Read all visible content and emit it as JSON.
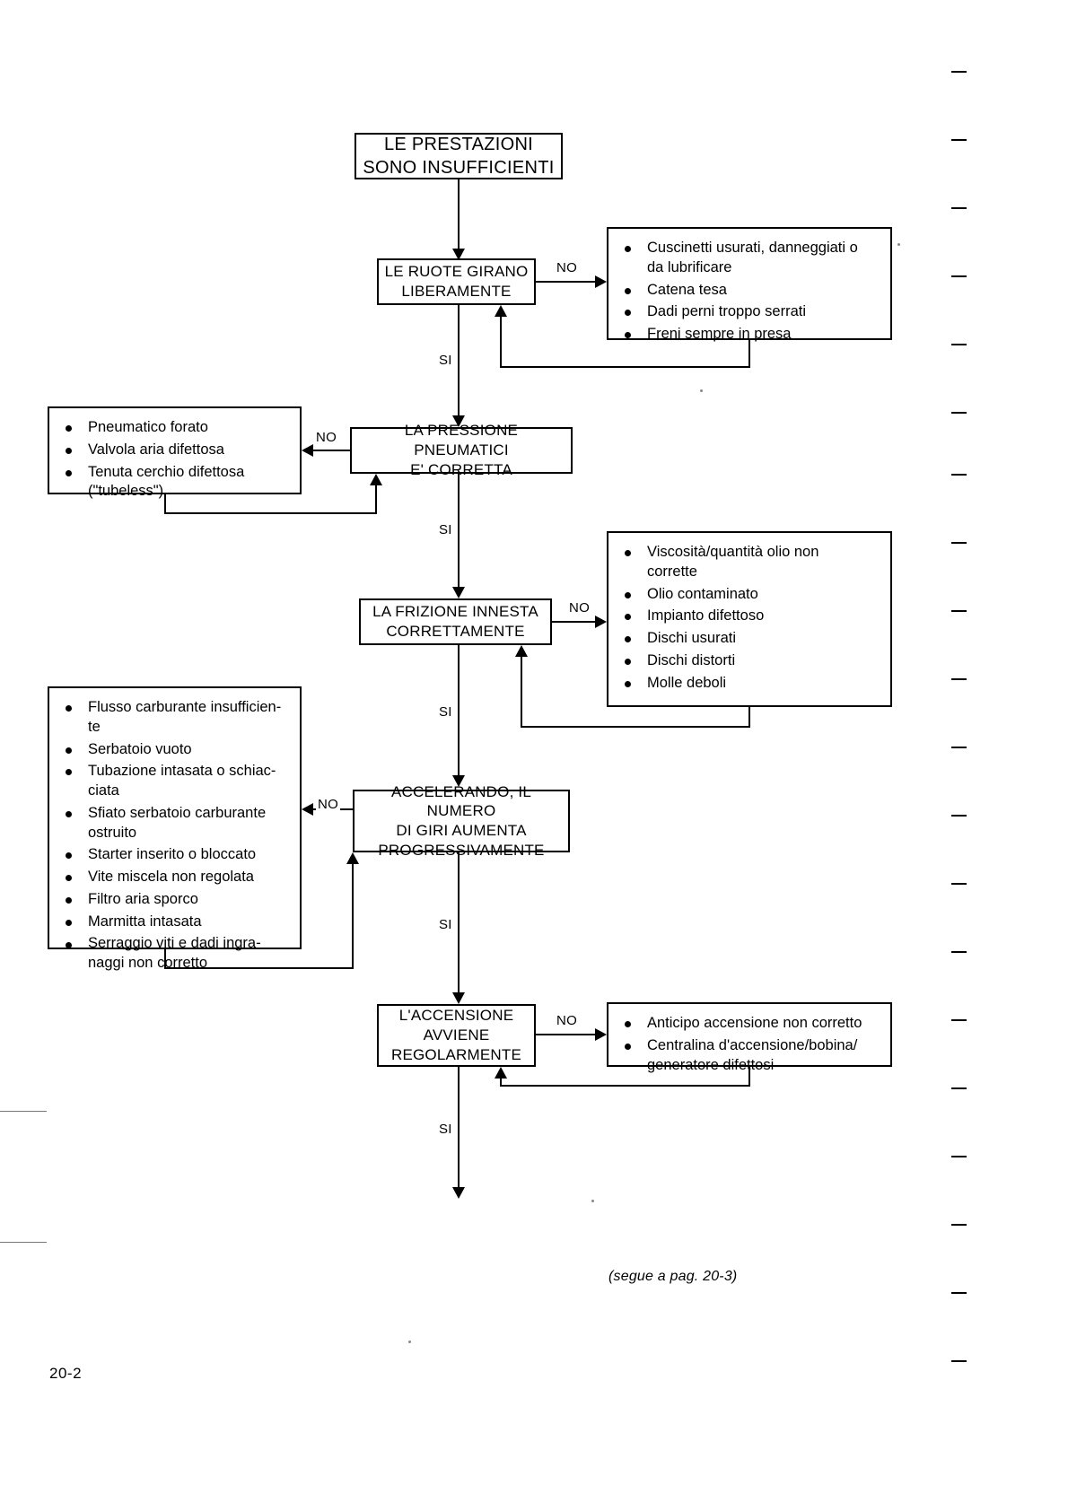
{
  "document": {
    "page_number": "20-2",
    "footer_note": "(segue a pag. 20-3)"
  },
  "flowchart": {
    "title": "LE PRESTAZIONI\nSONO INSUFFICIENTI",
    "title_line1": "LE PRESTAZIONI",
    "title_line2": "SONO INSUFFICIENTI",
    "labels": {
      "yes": "SI",
      "no": "NO"
    },
    "nodes": [
      {
        "id": "ruote",
        "type": "decision",
        "line1": "LE RUOTE GIRANO",
        "line2": "LIBERAMENTE",
        "no_label": "NO",
        "yes_label": "SI"
      },
      {
        "id": "pressione",
        "type": "decision",
        "line1": "LA PRESSIONE PNEUMATICI",
        "line2": "E' CORRETTA",
        "no_label": "NO",
        "yes_label": "SI"
      },
      {
        "id": "frizione",
        "type": "decision",
        "line1": "LA FRIZIONE INNESTA",
        "line2": "CORRETTAMENTE",
        "no_label": "NO",
        "yes_label": "SI"
      },
      {
        "id": "accelerando",
        "type": "decision",
        "line1": "ACCELERANDO, IL NUMERO",
        "line2": "DI GIRI AUMENTA",
        "line3": "PROGRESSIVAMENTE",
        "no_label": "NO",
        "yes_label": "SI"
      },
      {
        "id": "accensione",
        "type": "decision",
        "line1": "L'ACCENSIONE",
        "line2": "AVVIENE",
        "line3": "REGOLARMENTE",
        "no_label": "NO",
        "yes_label": "SI"
      }
    ],
    "cause_lists": {
      "ruote": [
        {
          "l1": "Cuscinetti usurati, danneggiati o",
          "l2": "da lubrificare"
        },
        {
          "l1": "Catena tesa"
        },
        {
          "l1": "Dadi perni troppo serrati"
        },
        {
          "l1": "Freni sempre in presa"
        }
      ],
      "pressione": [
        {
          "l1": "Pneumatico forato"
        },
        {
          "l1": "Valvola aria difettosa"
        },
        {
          "l1": "Tenuta cerchio difettosa",
          "l2": "(\"tubeless\")"
        }
      ],
      "frizione": [
        {
          "l1": "Viscosità/quantità olio non",
          "l2": "corrette"
        },
        {
          "l1": "Olio contaminato"
        },
        {
          "l1": "Impianto difettoso"
        },
        {
          "l1": "Dischi usurati"
        },
        {
          "l1": "Dischi distorti"
        },
        {
          "l1": "Molle deboli"
        }
      ],
      "accelerando": [
        {
          "l1": "Flusso carburante insufficien-",
          "l2": "te"
        },
        {
          "l1": "Serbatoio vuoto"
        },
        {
          "l1": "Tubazione intasata o schiac-",
          "l2": "ciata"
        },
        {
          "l1": "Sfiato serbatoio carburante",
          "l2": "ostruito"
        },
        {
          "l1": "Starter inserito o bloccato"
        },
        {
          "l1": "Vite miscela non regolata"
        },
        {
          "l1": "Filtro aria sporco"
        },
        {
          "l1": "Marmitta intasata"
        },
        {
          "l1": "Serraggio viti e dadi ingra-",
          "l2": "naggi non corretto"
        }
      ],
      "accensione": [
        {
          "l1": "Anticipo accensione non corretto"
        },
        {
          "l1": "Centralina d'accensione/bobina/",
          "l2": "generatore difettosi"
        }
      ]
    }
  }
}
